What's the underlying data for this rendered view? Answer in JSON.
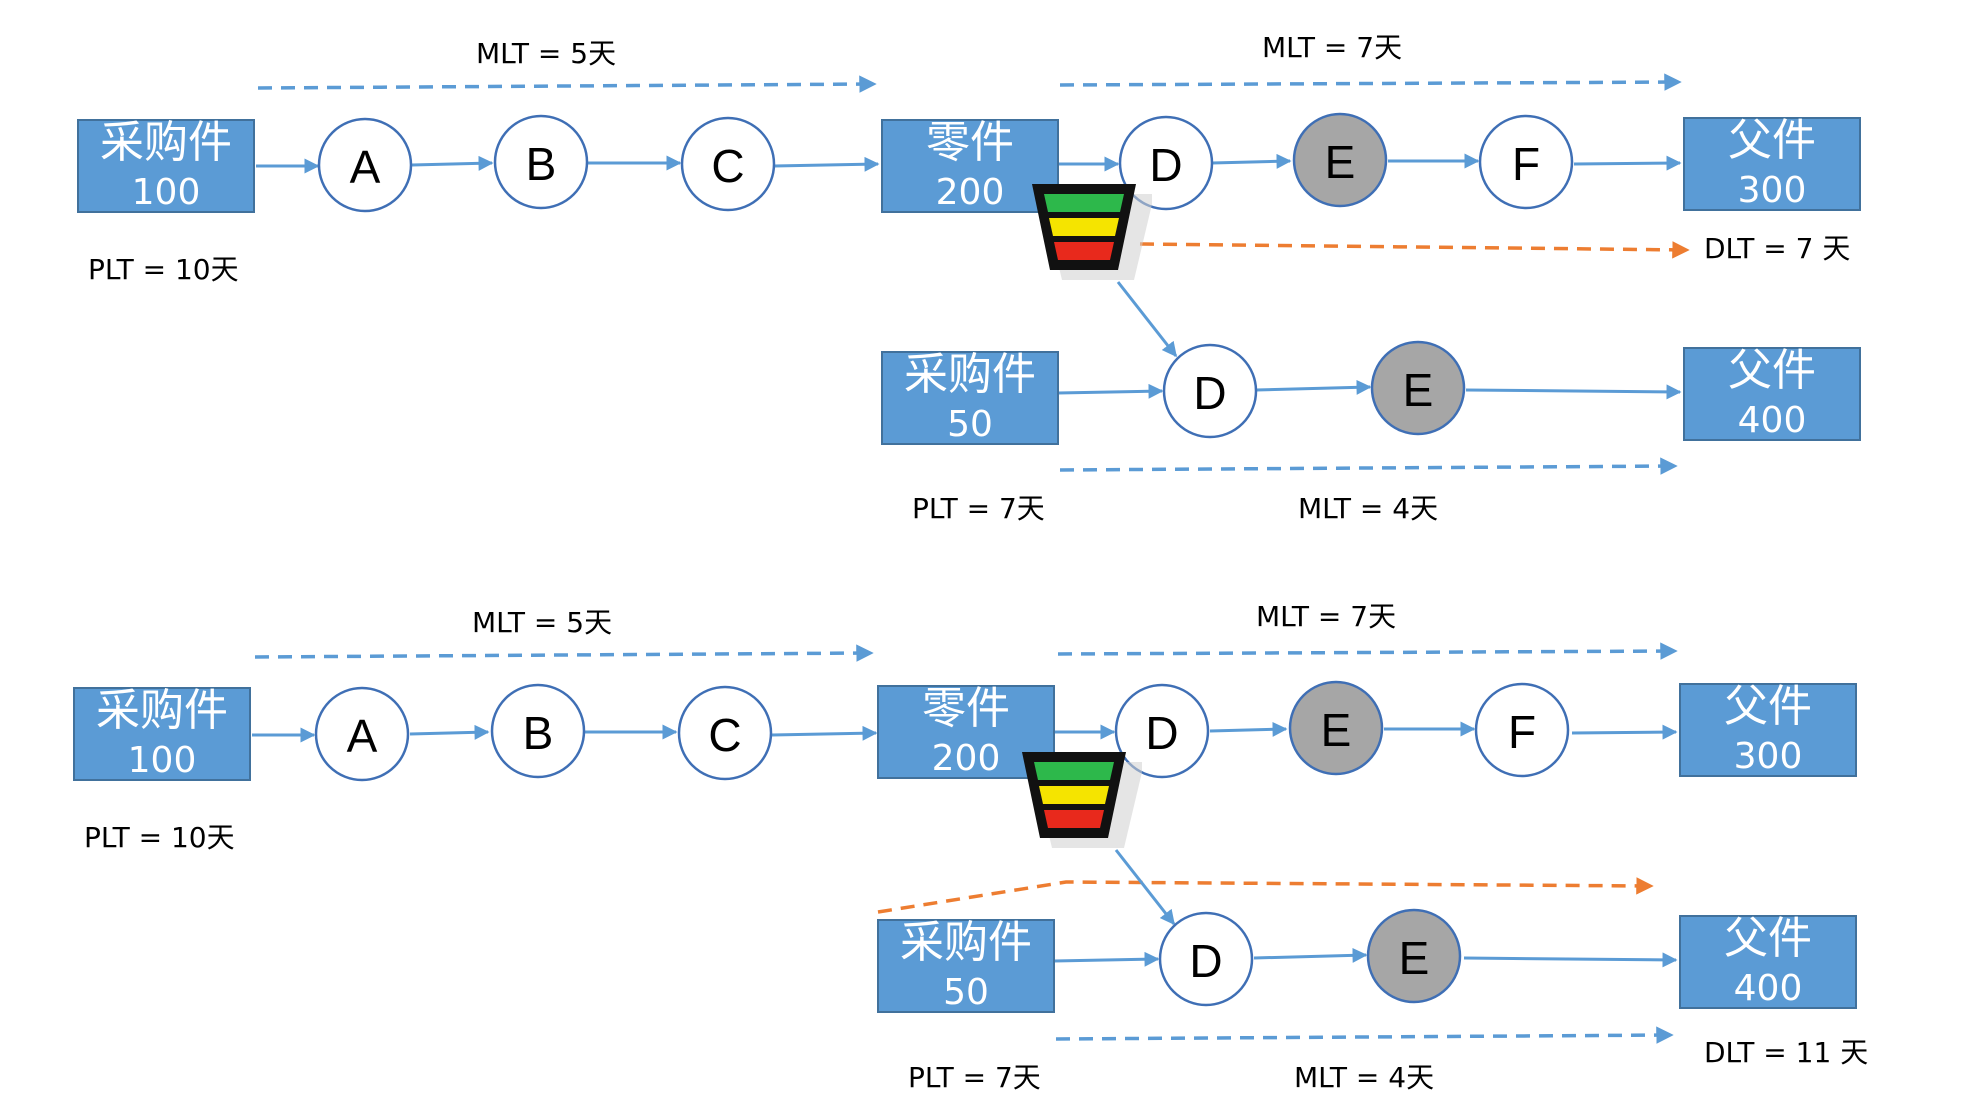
{
  "colors": {
    "box_fill": "#5b9bd5",
    "box_stroke": "#41719c",
    "node_stroke": "#3f6fb5",
    "node_gray": "#a6a6a6",
    "flow_arrow": "#5b9bd5",
    "lead_time_dash": "#5b9bd5",
    "dlt_dash": "#ed7d31",
    "buffer_green": "#2db84b",
    "buffer_yellow": "#f5e400",
    "buffer_red": "#e8291c"
  },
  "scenario_top": {
    "boxes": {
      "purchase_main": {
        "line1": "采购件",
        "line2": "100"
      },
      "part": {
        "line1": "零件",
        "line2": "200"
      },
      "parent_main": {
        "line1": "父件",
        "line2": "300"
      },
      "purchase_sub": {
        "line1": "采购件",
        "line2": "50"
      },
      "parent_sub": {
        "line1": "父件",
        "line2": "400"
      }
    },
    "nodes": {
      "a": "A",
      "b": "B",
      "c": "C",
      "d1": "D",
      "e1": "E",
      "f": "F",
      "d2": "D",
      "e2": "E"
    },
    "labels": {
      "mlt_left": "MLT = 5天",
      "mlt_right": "MLT = 7天",
      "plt_main": "PLT = 10天",
      "dlt": "DLT = 7 天",
      "plt_sub": "PLT = 7天",
      "mlt_sub": "MLT = 4天"
    }
  },
  "scenario_bottom": {
    "boxes": {
      "purchase_main": {
        "line1": "采购件",
        "line2": "100"
      },
      "part": {
        "line1": "零件",
        "line2": "200"
      },
      "parent_main": {
        "line1": "父件",
        "line2": "300"
      },
      "purchase_sub": {
        "line1": "采购件",
        "line2": "50"
      },
      "parent_sub": {
        "line1": "父件",
        "line2": "400"
      }
    },
    "nodes": {
      "a": "A",
      "b": "B",
      "c": "C",
      "d1": "D",
      "e1": "E",
      "f": "F",
      "d2": "D",
      "e2": "E"
    },
    "labels": {
      "mlt_left": "MLT = 5天",
      "mlt_right": "MLT = 7天",
      "plt_main": "PLT = 10天",
      "dlt": "DLT = 11 天",
      "plt_sub": "PLT = 7天",
      "mlt_sub": "MLT = 4天"
    }
  }
}
